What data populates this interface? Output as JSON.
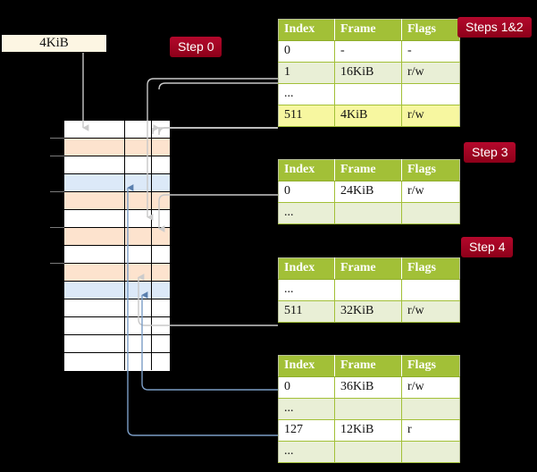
{
  "diagram": {
    "title_absent": true,
    "background_color": "#000000",
    "source_box": {
      "label": "4KiB",
      "fill": "#fdf6e3"
    },
    "badges": [
      {
        "name": "step-0",
        "label": "Step 0"
      },
      {
        "name": "steps-1-and-2",
        "label": "Steps 1&2"
      },
      {
        "name": "step-3",
        "label": "Step 3"
      },
      {
        "name": "step-4",
        "label": "Step 4"
      }
    ],
    "colors": {
      "badge": "#a00020",
      "table_header": "#a2c037",
      "table_alt_row": "#e9efd6",
      "highlight_row": "#f7f7a0",
      "memory_orange": "#fde3ce",
      "memory_blue": "#dce9f8",
      "wire_gray": "#b9b9b9",
      "wire_blue": "#7b9dc6"
    },
    "memory_column": {
      "name": "physical-memory-column",
      "rows": [
        {
          "fill": "white"
        },
        {
          "fill": "orange"
        },
        {
          "fill": "white"
        },
        {
          "fill": "blue"
        },
        {
          "fill": "orange"
        },
        {
          "fill": "white"
        },
        {
          "fill": "orange"
        },
        {
          "fill": "white"
        },
        {
          "fill": "orange"
        },
        {
          "fill": "blue"
        },
        {
          "fill": "white"
        },
        {
          "fill": "white"
        },
        {
          "fill": "white"
        },
        {
          "fill": "white"
        }
      ]
    },
    "tables": [
      {
        "name": "page-table-level-1",
        "headers": [
          "Index",
          "Frame",
          "Flags"
        ],
        "rows": [
          {
            "cells": [
              "0",
              "-",
              "-"
            ],
            "style": "odd"
          },
          {
            "cells": [
              "1",
              "16KiB",
              "r/w"
            ],
            "style": "even"
          },
          {
            "cells": [
              "...",
              "",
              ""
            ],
            "style": "odd"
          },
          {
            "cells": [
              "511",
              "4KiB",
              "r/w"
            ],
            "style": "hl"
          }
        ]
      },
      {
        "name": "page-table-level-2",
        "headers": [
          "Index",
          "Frame",
          "Flags"
        ],
        "rows": [
          {
            "cells": [
              "0",
              "24KiB",
              "r/w"
            ],
            "style": "odd"
          },
          {
            "cells": [
              "...",
              "",
              ""
            ],
            "style": "even"
          }
        ]
      },
      {
        "name": "page-table-level-3",
        "headers": [
          "Index",
          "Frame",
          "Flags"
        ],
        "rows": [
          {
            "cells": [
              "...",
              "",
              ""
            ],
            "style": "odd"
          },
          {
            "cells": [
              "511",
              "32KiB",
              "r/w"
            ],
            "style": "even"
          }
        ]
      },
      {
        "name": "page-table-level-4",
        "headers": [
          "Index",
          "Frame",
          "Flags"
        ],
        "rows": [
          {
            "cells": [
              "0",
              "36KiB",
              "r/w"
            ],
            "style": "odd"
          },
          {
            "cells": [
              "...",
              "",
              ""
            ],
            "style": "even"
          },
          {
            "cells": [
              "127",
              "12KiB",
              "r"
            ],
            "style": "odd"
          },
          {
            "cells": [
              "...",
              "",
              ""
            ],
            "style": "even"
          }
        ]
      }
    ]
  }
}
